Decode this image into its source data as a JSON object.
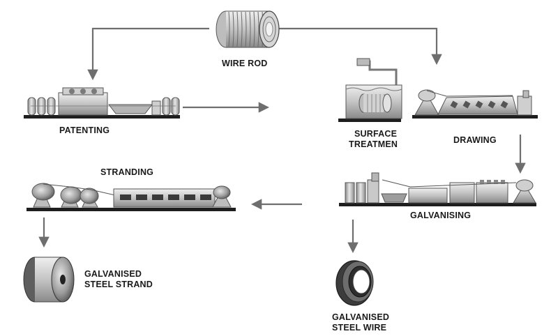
{
  "labels": {
    "wire_rod": "WIRE ROD",
    "patenting": "PATENTING",
    "surface_line1": "SURFACE",
    "surface_line2": "TREATMEN",
    "drawing": "DRAWING",
    "stranding": "STRANDING",
    "galvanising": "GALVANISING",
    "strand_line1": "GALVANISED",
    "strand_line2": "STEEL STRAND",
    "wire_line1": "GALVANISED",
    "wire_line2": "STEEL WIRE"
  },
  "colors": {
    "arrow": "#6e6e6e",
    "machine_light": "#d9d9d9",
    "machine_mid": "#a8a8a8",
    "machine_dark": "#5a5a5a",
    "floor": "#1e1e1e",
    "text": "#1a1a1a"
  }
}
